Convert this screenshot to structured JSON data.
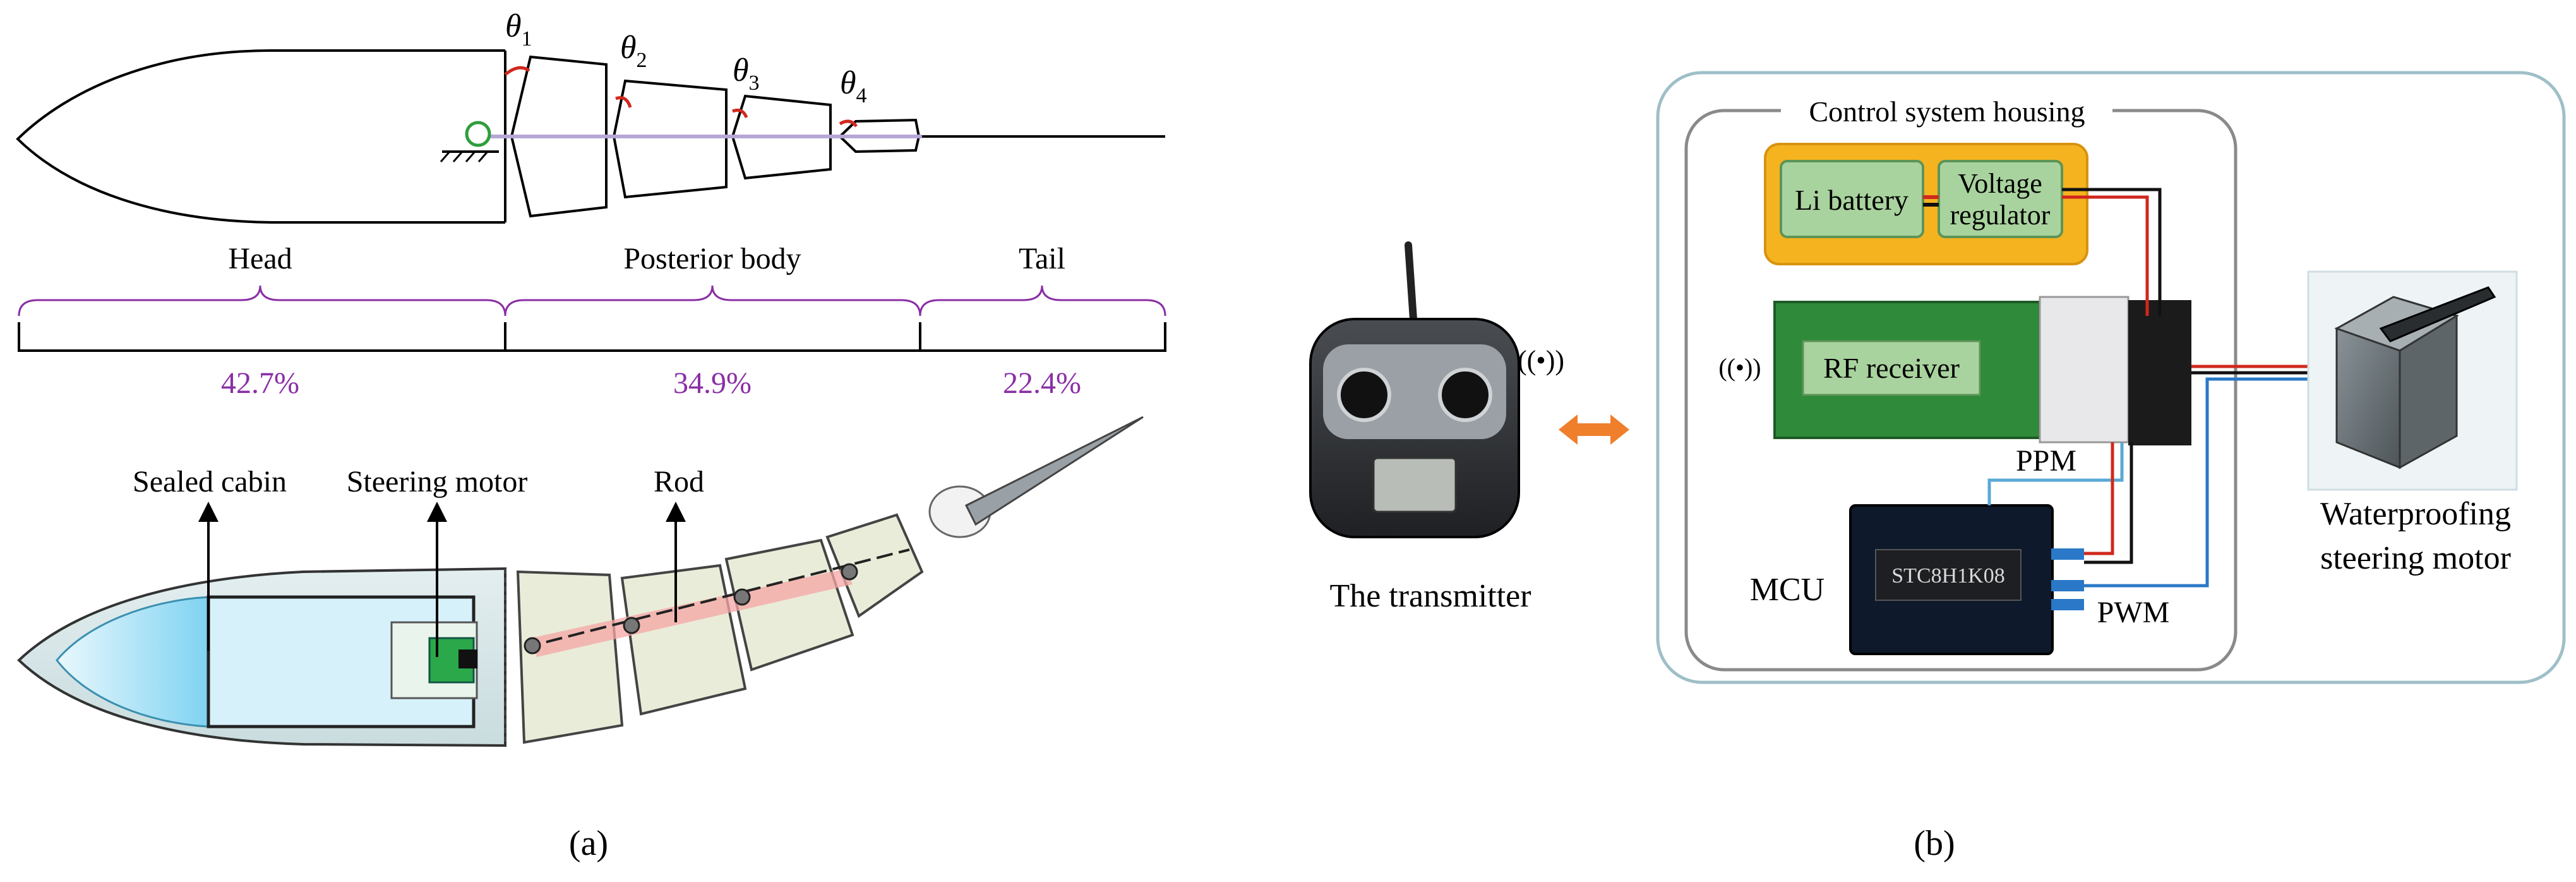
{
  "panel_a": {
    "angles": [
      {
        "symbol": "θ",
        "sub": "1"
      },
      {
        "symbol": "θ",
        "sub": "2"
      },
      {
        "symbol": "θ",
        "sub": "3"
      },
      {
        "symbol": "θ",
        "sub": "4"
      }
    ],
    "segments": [
      {
        "name": "Head",
        "percent": "42.7%"
      },
      {
        "name": "Posterior body",
        "percent": "34.9%"
      },
      {
        "name": "Tail",
        "percent": "22.4%"
      }
    ],
    "component_labels": {
      "sealed_cabin": "Sealed cabin",
      "steering_motor": "Steering motor",
      "rod": "Rod"
    },
    "caption": "(a)"
  },
  "panel_b": {
    "housing_label": "Control system housing",
    "battery_label": "Li battery",
    "regulator_label_line1": "Voltage",
    "regulator_label_line2": "regulator",
    "receiver_label": "RF receiver",
    "ppm_label": "PPM",
    "mcu_label": "MCU",
    "mcu_chip_text": "STC8H1K08",
    "pwm_label": "PWM",
    "transmitter_label": "The transmitter",
    "motor_label_line1": "Waterproofing",
    "motor_label_line2": "steering motor",
    "caption": "(b)"
  },
  "colors": {
    "brace_purple": "#8a2fa6",
    "angle_red": "#d0281e",
    "pivot_green": "#2e9e3c",
    "battery_orange": "#f5b31f",
    "module_green": "#a9d39e",
    "receiver_green": "#2f8a3a",
    "link_arrow_orange": "#f07f2b",
    "housing_border": "#9fbfc8"
  }
}
